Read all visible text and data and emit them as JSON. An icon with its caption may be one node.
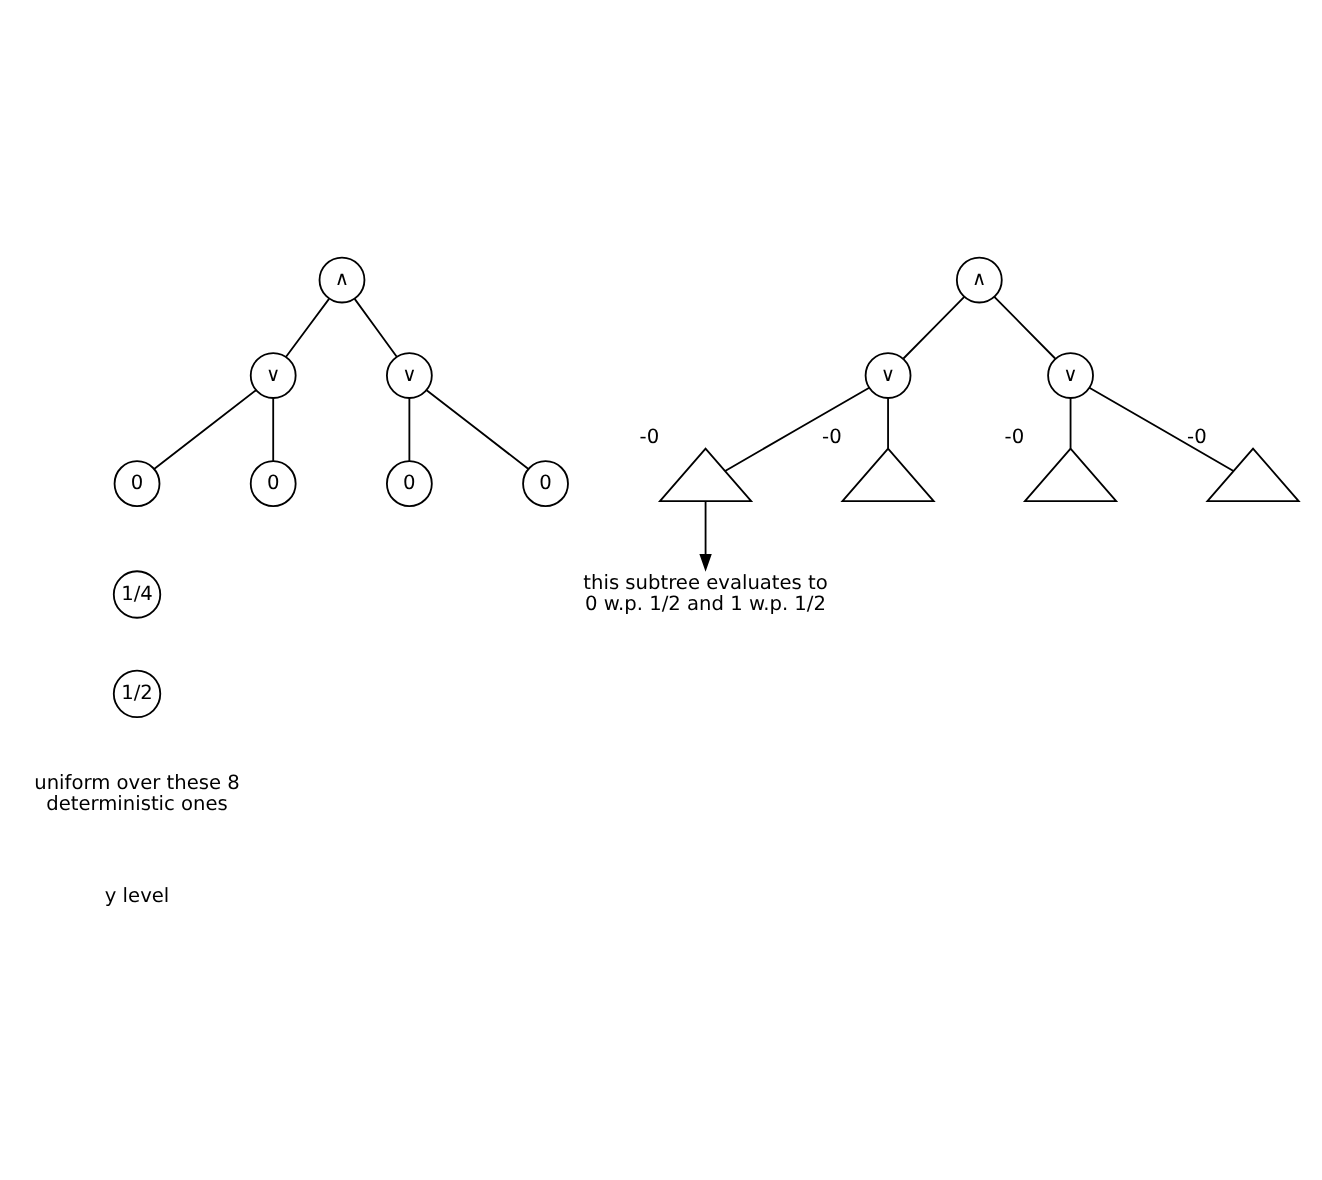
{
  "diagram": {
    "nodes": [
      {
        "text": [
          "∧"
        ]
      },
      {
        "text": [
          "∨"
        ]
      },
      {
        "text": [
          "∨"
        ]
      },
      {
        "text": [
          "0"
        ]
      },
      {
        "text": [
          "0"
        ]
      },
      {
        "text": [
          "0"
        ]
      },
      {
        "text": [
          "0"
        ]
      },
      {
        "text": [
          "1/4"
        ]
      },
      {
        "text": [
          "1/2"
        ]
      },
      {
        "text": [
          "∧"
        ]
      },
      {
        "text": [
          "∨"
        ]
      },
      {
        "text": [
          "∨"
        ]
      },
      {
        "text": [],
        "shape": "triangle",
        "beside": [
          "-0"
        ]
      },
      {
        "text": [],
        "shape": "triangle",
        "beside": [
          "-0"
        ]
      },
      {
        "text": [],
        "shape": "triangle",
        "beside": [
          "-0"
        ]
      },
      {
        "text": [],
        "shape": "triangle",
        "beside": [
          "-0"
        ]
      },
      {
        "text": [
          "this subtree evaluates to 0 w.p. 1/2 and 1 w.p. 1/2"
        ]
      }
    ],
    "edges": [
      {
        "from": 0,
        "to": 1,
        "arrow": "none"
      },
      {
        "from": 0,
        "to": 2,
        "arrow": "none"
      },
      {
        "from": 1,
        "to": 3,
        "arrow": "none"
      },
      {
        "from": 1,
        "to": 4,
        "arrow": "none"
      },
      {
        "from": 2,
        "to": 5,
        "arrow": "none"
      },
      {
        "from": 2,
        "to": 6,
        "arrow": "none"
      },
      {
        "from": 9,
        "to": 10,
        "arrow": "none"
      },
      {
        "from": 9,
        "to": 11,
        "arrow": "none"
      },
      {
        "from": 10,
        "to": 12,
        "arrow": "none"
      },
      {
        "from": 10,
        "to": 13,
        "arrow": "none"
      },
      {
        "from": 11,
        "to": 14,
        "arrow": "none"
      },
      {
        "from": 11,
        "to": 15,
        "arrow": "none"
      },
      {
        "from": 12,
        "to": 16,
        "arrow": "to"
      }
    ],
    "labels": [
      "uniform over these 8 deterministic ones",
      "y level"
    ]
  }
}
